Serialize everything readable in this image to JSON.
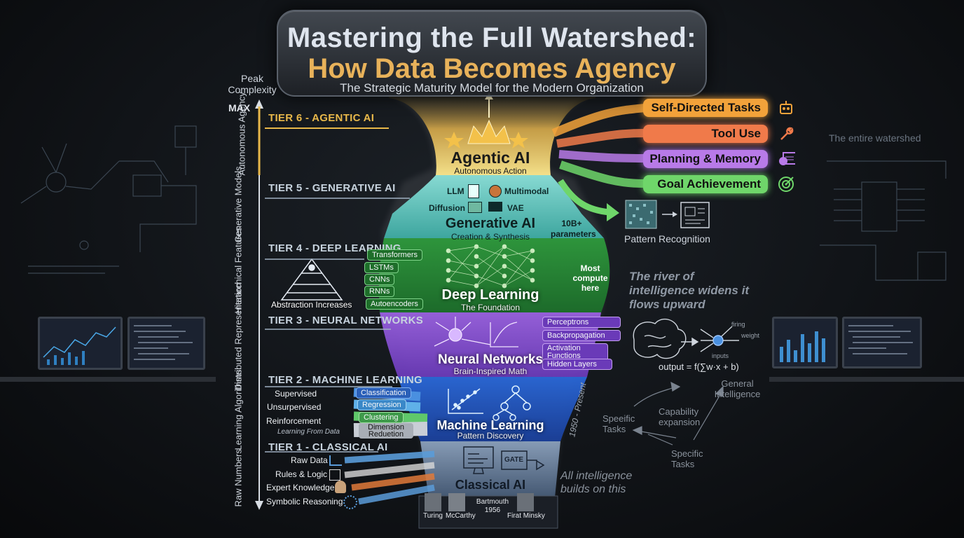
{
  "title": {
    "line1": "Mastering the Full Watershed:",
    "line2": "How Data Becomes Agency",
    "subtitle": "The Strategic Maturity Model for the Modern Organization"
  },
  "axis": {
    "top_label": "Peak Complexity",
    "max_label": "MAX",
    "bands": [
      "Autonomous Agency",
      "Generative Models",
      "Hierarchical Features",
      "Distributed Representation",
      "Learning Algorithms",
      "Raw Numbers"
    ]
  },
  "tiers": [
    {
      "heading": "TIER 6 - AGENTIC AI",
      "color": "#e8b84a"
    },
    {
      "heading": "TIER 5 - GENERATIVE AI",
      "color": "#c7d3de"
    },
    {
      "heading": "TIER 4 - DEEP LEARNING",
      "color": "#c7d3de"
    },
    {
      "heading": "TIER 3 - NEURAL NETWORKS",
      "color": "#c7d3de"
    },
    {
      "heading": "TIER 2 - MACHINE LEARNING",
      "color": "#c7d3de"
    },
    {
      "heading": "TIER 1 - CLASSICAL AI",
      "color": "#c7d3de"
    }
  ],
  "agentic": {
    "title": "Agentic AI",
    "sub": "Autonomous Action"
  },
  "generative": {
    "title": "Generative AI",
    "sub": "Creation & Synthesis",
    "items": [
      "LLM",
      "Multimodal",
      "Diffusion",
      "VAE"
    ],
    "params": "10B+ parameters"
  },
  "deep": {
    "title": "Deep Learning",
    "sub": "The Foundation",
    "items": [
      "Transformers",
      "LSTMs",
      "CNNs",
      "RNNs",
      "Autoencoders"
    ],
    "compute": "Most compute here",
    "abstraction": "Abstraction Increases"
  },
  "neural": {
    "title": "Neural Networks",
    "sub": "Brain-Inspired Math",
    "items": [
      "Perceptrons",
      "Backpropagation",
      "Activation Functions",
      "Hidden Layers"
    ]
  },
  "ml": {
    "title": "Machine Learning",
    "sub": "Pattern Discovery",
    "left_items": [
      "Supervised",
      "Unsurpervised",
      "Reinforcement"
    ],
    "learning_note": "Learning From Data",
    "pills": [
      "Classification",
      "Regression",
      "Clustering",
      "Dimension Reduetion"
    ],
    "era": "1950 - Present"
  },
  "classical": {
    "title": "Classical AI",
    "gate": "GATE",
    "left_items": [
      "Raw Data",
      "Rules & Logic",
      "Expert Knowledge",
      "Symbolic Reasoning"
    ],
    "people": [
      "Turing",
      "McCarthy",
      "Bartmouth 1956",
      "Firat Minsky"
    ]
  },
  "outputs": [
    {
      "label": "Self-Directed Tasks",
      "color": "#f2a23a",
      "icon": "robot-icon"
    },
    {
      "label": "Tool Use",
      "color": "#f07a4a",
      "icon": "wrench-icon"
    },
    {
      "label": "Planning & Memory",
      "color": "#b87ae8",
      "icon": "calendar-icon"
    },
    {
      "label": "Goal Achievement",
      "color": "#6fd66a",
      "icon": "target-icon"
    }
  ],
  "right_side": {
    "pattern": "Pattern Recognition",
    "river_note": "The river of intelligence widens it flows upward",
    "formula": "output = f(∑w·x + b)",
    "neuron_labels": [
      "firing",
      "weight",
      "inputs"
    ],
    "general": "General Intelligence",
    "capability": "Capability expansion",
    "specific_a": "Speeific Tasks",
    "specific_b": "Specific Tasks",
    "foundation_note": "All intelligence builds on this",
    "watershed_note": "The entire watershed"
  }
}
